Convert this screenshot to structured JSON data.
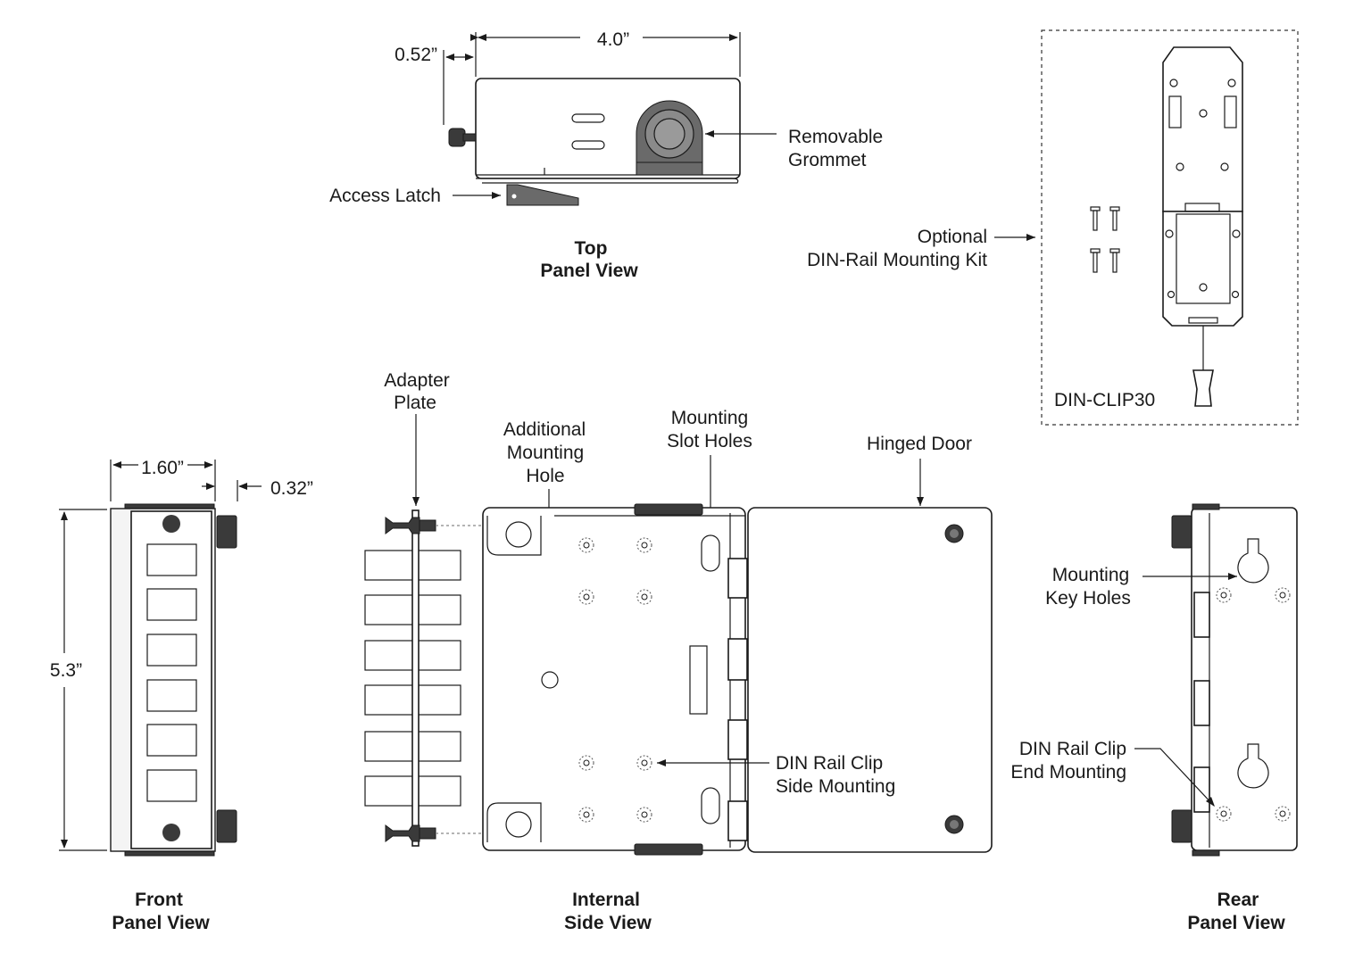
{
  "top_view": {
    "title_line1": "Top",
    "title_line2": "Panel View",
    "dim_width": "4.0”",
    "dim_latch": "0.52”",
    "label_grommet_line1": "Removable",
    "label_grommet_line2": "Grommet",
    "label_latch": "Access Latch"
  },
  "din_kit": {
    "label_line1": "Optional",
    "label_line2": "DIN-Rail Mounting Kit",
    "part_number": "DIN-CLIP30"
  },
  "front_view": {
    "title_line1": "Front",
    "title_line2": "Panel View",
    "dim_width": "1.60”",
    "dim_offset": "0.32”",
    "dim_height": "5.3”"
  },
  "internal_view": {
    "title_line1": "Internal",
    "title_line2": "Side View",
    "label_adapter_line1": "Adapter",
    "label_adapter_line2": "Plate",
    "label_additional_line1": "Additional",
    "label_additional_line2": "Mounting",
    "label_additional_line3": "Hole",
    "label_slot_line1": "Mounting",
    "label_slot_line2": "Slot Holes",
    "label_door": "Hinged Door",
    "label_din_side_line1": "DIN Rail Clip",
    "label_din_side_line2": "Side Mounting"
  },
  "rear_view": {
    "title_line1": "Rear",
    "title_line2": "Panel View",
    "label_keyholes_line1": "Mounting",
    "label_keyholes_line2": "Key Holes",
    "label_din_end_line1": "DIN Rail Clip",
    "label_din_end_line2": "End Mounting"
  }
}
